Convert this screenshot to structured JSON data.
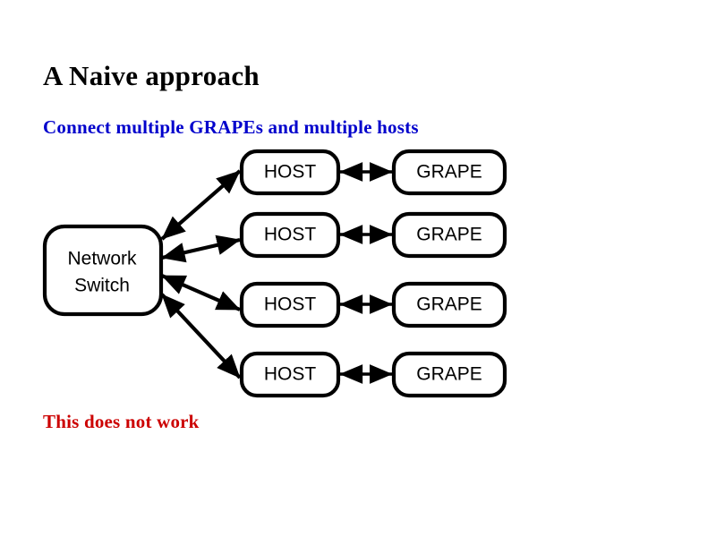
{
  "slide": {
    "title": "A Naive approach",
    "subtitle": "Connect multiple GRAPEs and multiple hosts",
    "footnote": "This does not work",
    "background_color": "#ffffff",
    "title_color": "#000000",
    "subtitle_color": "#0000cc",
    "footnote_color": "#cc0000"
  },
  "diagram": {
    "switch": {
      "label_line1": "Network",
      "label_line2": "Switch"
    },
    "rows": [
      {
        "host_label": "HOST",
        "grape_label": "GRAPE"
      },
      {
        "host_label": "HOST",
        "grape_label": "GRAPE"
      },
      {
        "host_label": "HOST",
        "grape_label": "GRAPE"
      },
      {
        "host_label": "HOST",
        "grape_label": "GRAPE"
      }
    ]
  }
}
